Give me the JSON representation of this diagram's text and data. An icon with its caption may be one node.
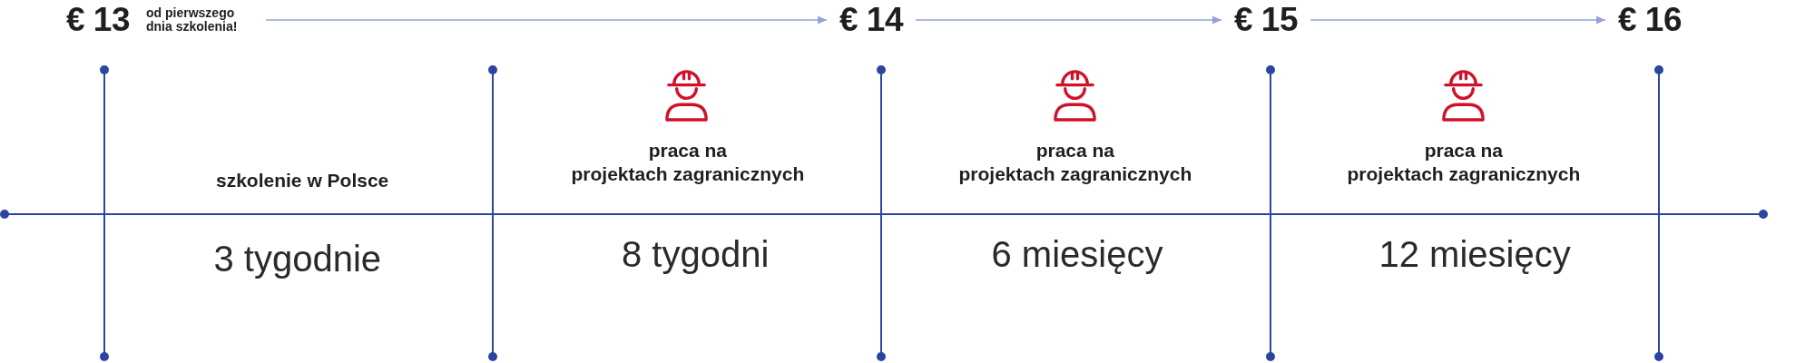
{
  "diagram": {
    "nodes": [
      {
        "text": [
          "€ 13"
        ],
        "beside": [
          "od pierwszego dnia szkolenia!"
        ]
      },
      {
        "text": [
          "€ 14"
        ]
      },
      {
        "text": [
          "€ 15"
        ]
      },
      {
        "text": [
          "€ 16"
        ]
      }
    ],
    "edges": [
      {
        "from": 0,
        "to": 1,
        "arrow": "to"
      },
      {
        "from": 1,
        "to": 2,
        "arrow": "to"
      },
      {
        "from": 2,
        "to": 3,
        "arrow": "to"
      }
    ],
    "labels": [
      "szkolenie w Polsce",
      "praca na projektach zagranicznych",
      "praca na projektach zagranicznych",
      "praca na projektach zagranicznych",
      "3 tygodnie",
      "8 tygodni",
      "6 miesięcy",
      "12 miesięcy"
    ]
  }
}
